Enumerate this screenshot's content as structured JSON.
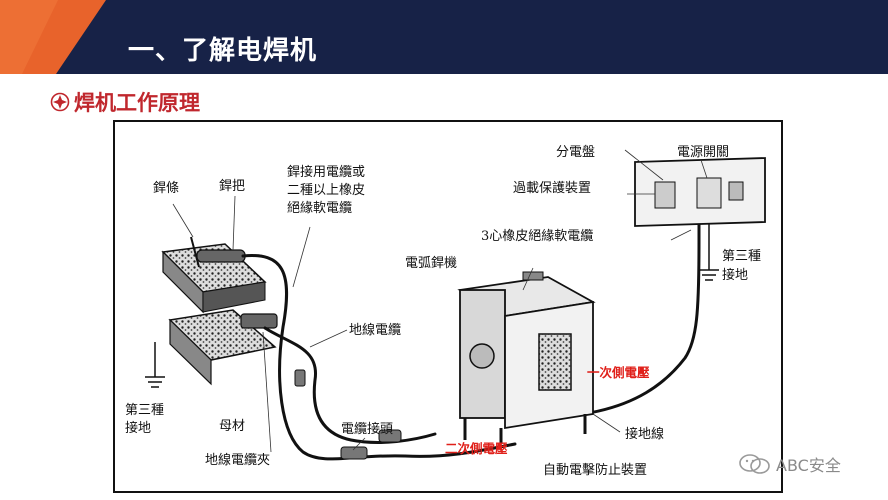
{
  "header": {
    "title": "一、了解电焊机"
  },
  "section": {
    "title": "焊机工作原理"
  },
  "diagram": {
    "labels": {
      "electrode": "銲條",
      "holder": "銲把",
      "welding_cable": [
        "銲接用電纜或",
        "二種以上橡皮",
        "絕緣軟電纜"
      ],
      "distribution_panel": "分電盤",
      "power_switch": "電源開關",
      "overload_protection": "過載保護裝置",
      "three_core_cable": "3心橡皮絕緣軟電纜",
      "arc_welder": "電弧銲機",
      "third_ground_right": [
        "第三種",
        "接地"
      ],
      "ground_cable": "地線電纜",
      "primary_voltage": "一次側電壓",
      "third_ground_left": [
        "第三種",
        "接地"
      ],
      "base_metal": "母材",
      "cable_connector": "電纜接頭",
      "ground_wire": "接地線",
      "ground_clamp": "地線電纜夾",
      "secondary_voltage": "二次側電壓",
      "anti_shock": "自動電擊防止裝置"
    }
  },
  "watermark": {
    "text": "ABC安全"
  },
  "colors": {
    "header_bg": "#172247",
    "accent_orange": "#e8632b",
    "title_red": "#c0272d",
    "voltage_red": "#e0201a"
  }
}
